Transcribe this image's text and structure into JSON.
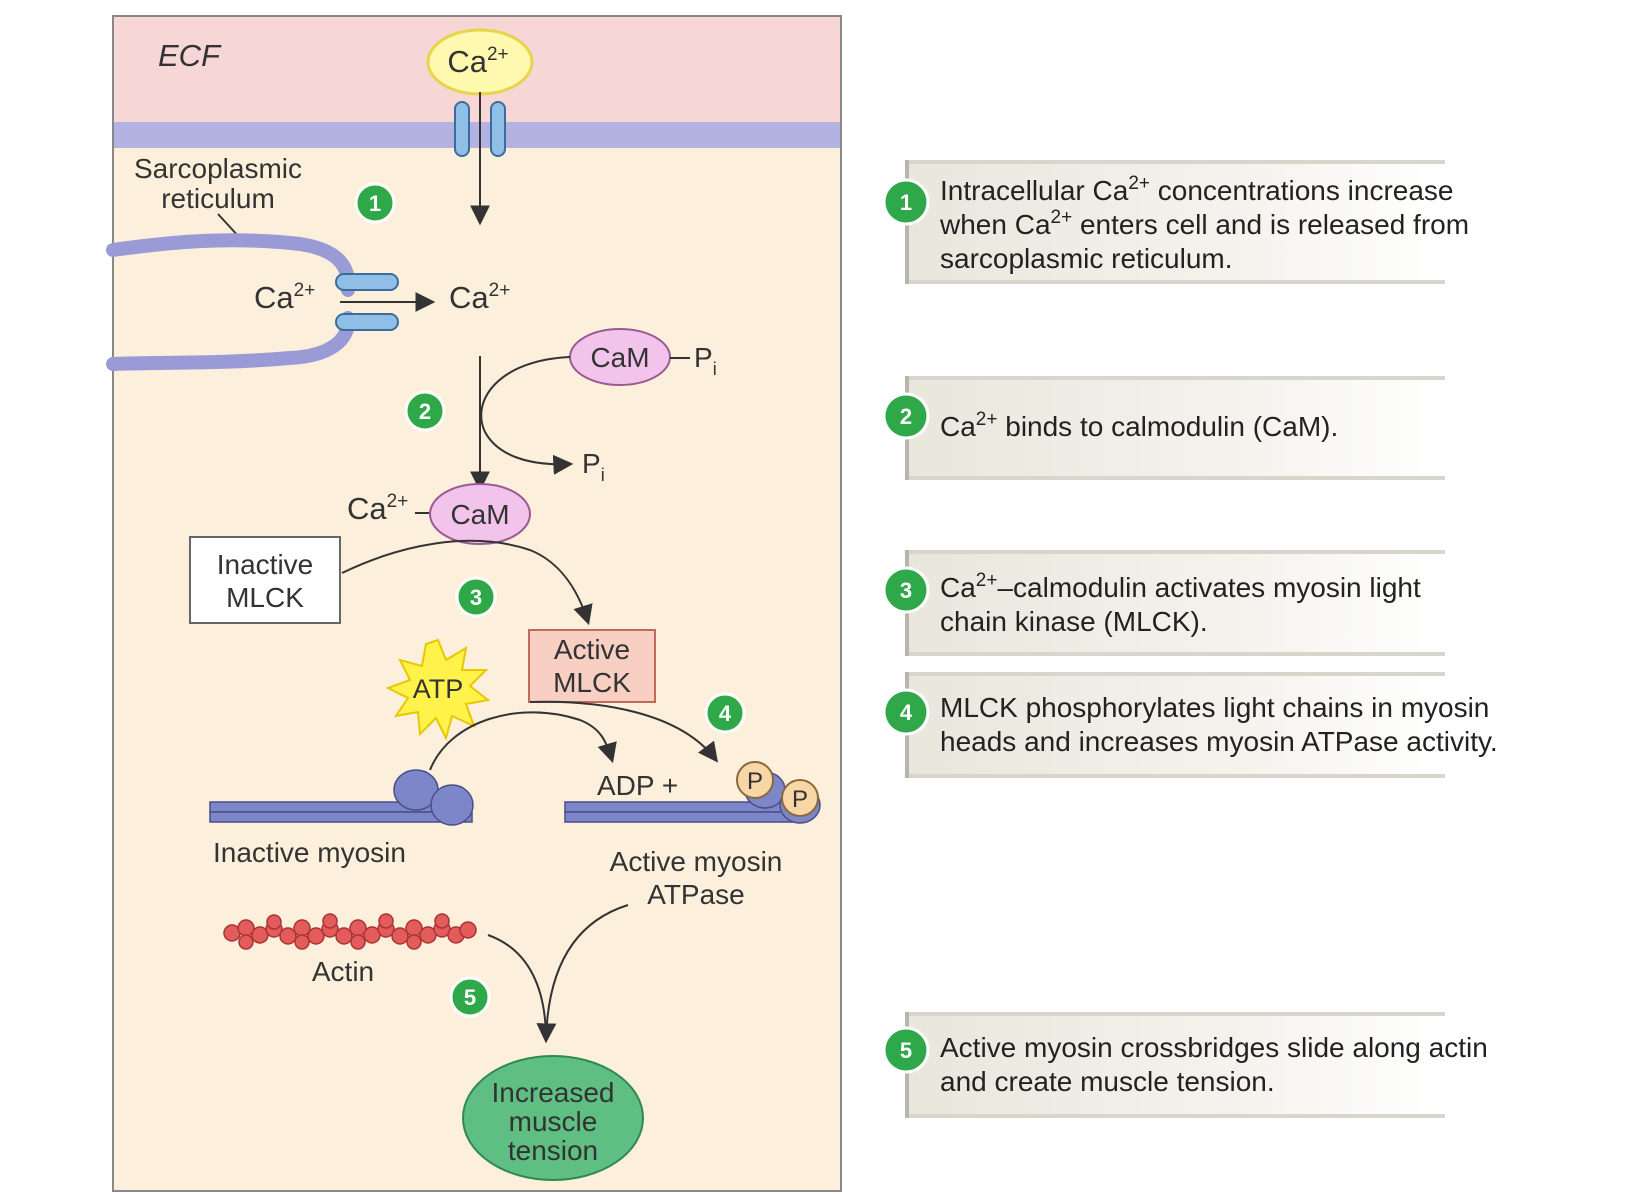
{
  "diagram": {
    "ecf": "ECF",
    "ion": "Ca",
    "ion_charge": "2+",
    "sr_label_line1": "Sarcoplasmic",
    "sr_label_line2": "reticulum",
    "cam": "CaM",
    "pi": "P",
    "pi_sub": "i",
    "inactive_mlck_line1": "Inactive",
    "inactive_mlck_line2": "MLCK",
    "active_mlck_line1": "Active",
    "active_mlck_line2": "MLCK",
    "atp": "ATP",
    "adp": "ADP +",
    "phosphate": "P",
    "inactive_myosin": "Inactive myosin",
    "active_myosin_line1": "Active myosin",
    "active_myosin_line2": "ATPase",
    "actin": "Actin",
    "tension_line1": "Increased",
    "tension_line2": "muscle",
    "tension_line3": "tension",
    "step_numbers": [
      "1",
      "2",
      "3",
      "4",
      "5"
    ]
  },
  "steps": [
    {
      "num": "1",
      "lines": [
        [
          "Intracellular Ca",
          "2+",
          " concentrations increase"
        ],
        [
          "when Ca",
          "2+",
          " enters cell and is released from"
        ],
        [
          "sarcoplasmic reticulum."
        ]
      ]
    },
    {
      "num": "2",
      "lines": [
        [
          "Ca",
          "2+",
          " binds to calmodulin (CaM)."
        ]
      ]
    },
    {
      "num": "3",
      "lines": [
        [
          "Ca",
          "2+",
          "–calmodulin activates myosin light"
        ],
        [
          "chain kinase (MLCK)."
        ]
      ]
    },
    {
      "num": "4",
      "lines": [
        [
          "MLCK phosphorylates light chains in myosin"
        ],
        [
          "heads and increases myosin ATPase activity."
        ]
      ]
    },
    {
      "num": "5",
      "lines": [
        [
          "Active myosin crossbridges slide along actin"
        ],
        [
          "and create muscle tension."
        ]
      ]
    }
  ],
  "colors": {
    "ecf": "#f7d7d6",
    "membrane": "#b3b2e0",
    "cytoplasm": "#fcf0dc",
    "sr": "#9a9ad6",
    "channel": "#8fbfe6",
    "cam": "#f2c4ec",
    "myosin": "#7d86c8",
    "phosphate": "#f8d6a6",
    "actin": "#e45b5b",
    "tension": "#5fbf82",
    "active_mlck": "#f7cfc3",
    "atp": "#fff24a",
    "ion_oval": "#fff9b0",
    "badge": "#2fa84a"
  }
}
